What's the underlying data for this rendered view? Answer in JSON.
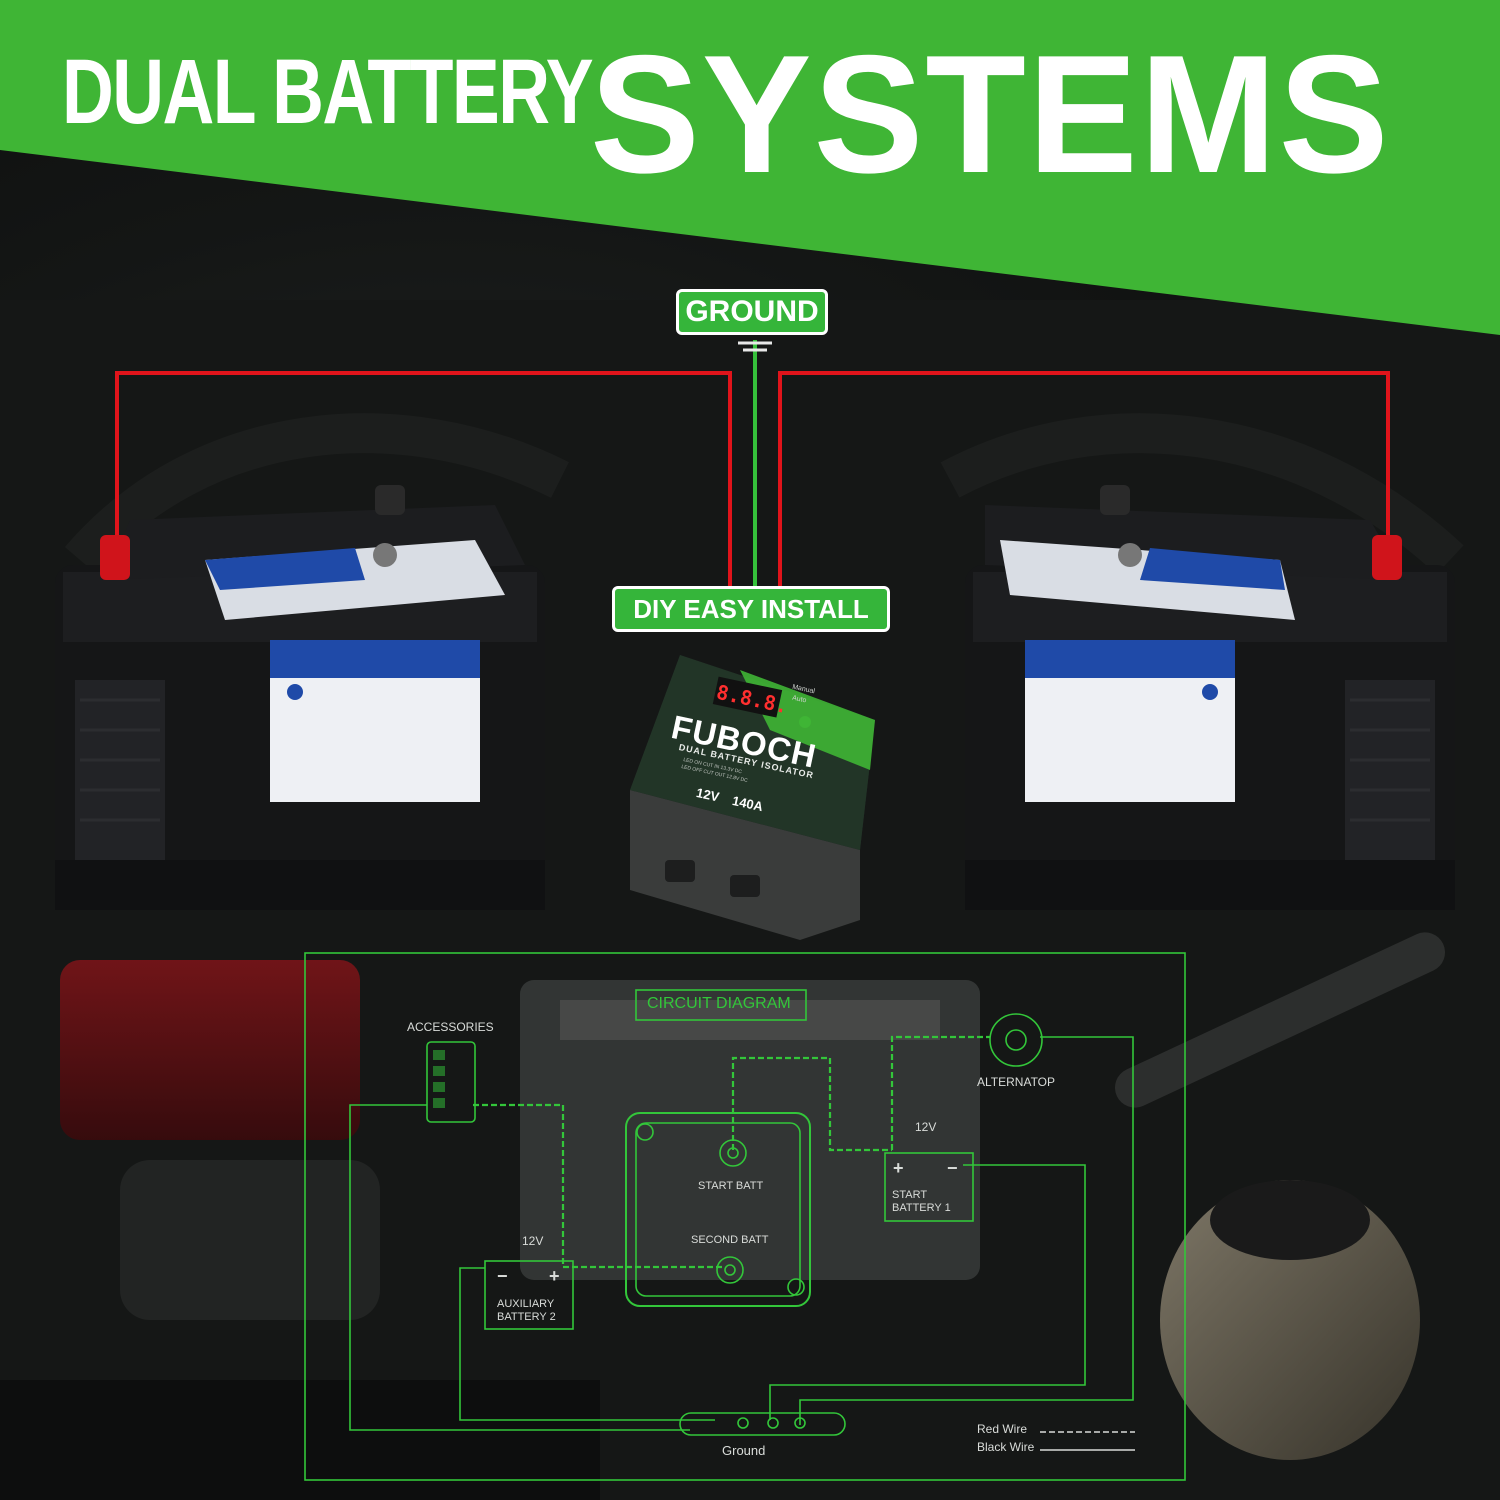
{
  "banner": {
    "title_part1": "DUAL BATTERY",
    "title_part2": "SYSTEMS",
    "color": "#3fb535"
  },
  "labels": {
    "ground_top": "GROUND",
    "diy": "DIY EASY INSTALL"
  },
  "isolator": {
    "brand": "FUBOCH",
    "product_line": "DUAL BATTERY ISOLATOR",
    "display": "8.8.8.",
    "mode_manual": "Manual",
    "mode_auto": "Auto",
    "voltage": "12V",
    "current": "140A",
    "spec_line1": "LED ON CUT IN 13.3V DC",
    "spec_line2": "LED OFF CUT OUT 12.8V DC"
  },
  "diagram": {
    "title": "CIRCUIT DIAGRAM",
    "accessories": "ACCESSORIES",
    "alternator": "ALTERNATOP",
    "start_batt": "START BATT",
    "second_batt": "SECOND BATT",
    "voltage_start": "12V",
    "voltage_aux": "12V",
    "start_battery_line1": "START",
    "start_battery_line2": "BATTERY 1",
    "aux_battery_line1": "AUXILIARY",
    "aux_battery_line2": "BATTERY 2",
    "plus": "+",
    "minus": "−",
    "ground": "Ground",
    "legend_red": "Red Wire",
    "legend_black": "Black Wire"
  },
  "colors": {
    "accent_green": "#3fb535",
    "wire_red": "#e0141b",
    "diagram_green": "#33c63a"
  }
}
